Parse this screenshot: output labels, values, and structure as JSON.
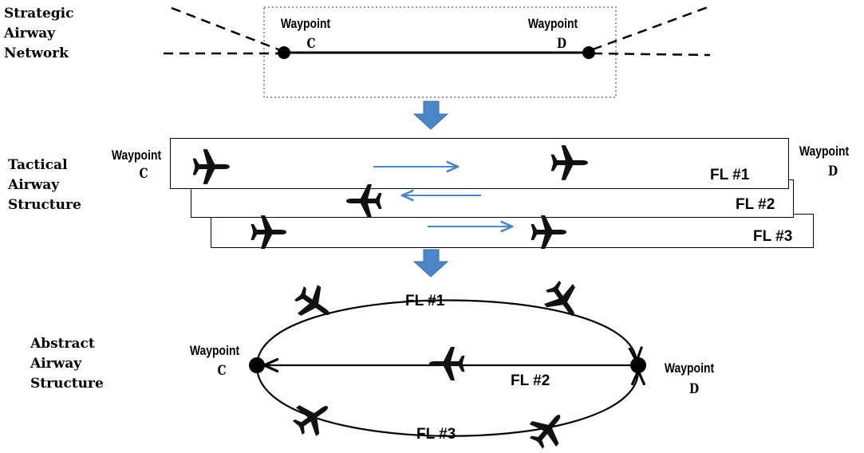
{
  "sections": {
    "strategic": "Strategic\nAirway\nNetwork",
    "tactical": "Tactical\nAirway\nStructure",
    "abstract": "Abstract\nAirway\nStructure"
  },
  "waypoints": {
    "word": "Waypoint",
    "c": "C",
    "d": "D"
  },
  "flight_levels": {
    "fl1": "FL #1",
    "fl2": "FL #2",
    "fl3": "FL #3"
  },
  "colors": {
    "arrow_blue": "#4a86c8",
    "box_dotted": "#999999",
    "ink": "#000000"
  },
  "icons": [
    "airplane-icon",
    "down-arrow-icon",
    "waypoint-node-icon"
  ]
}
